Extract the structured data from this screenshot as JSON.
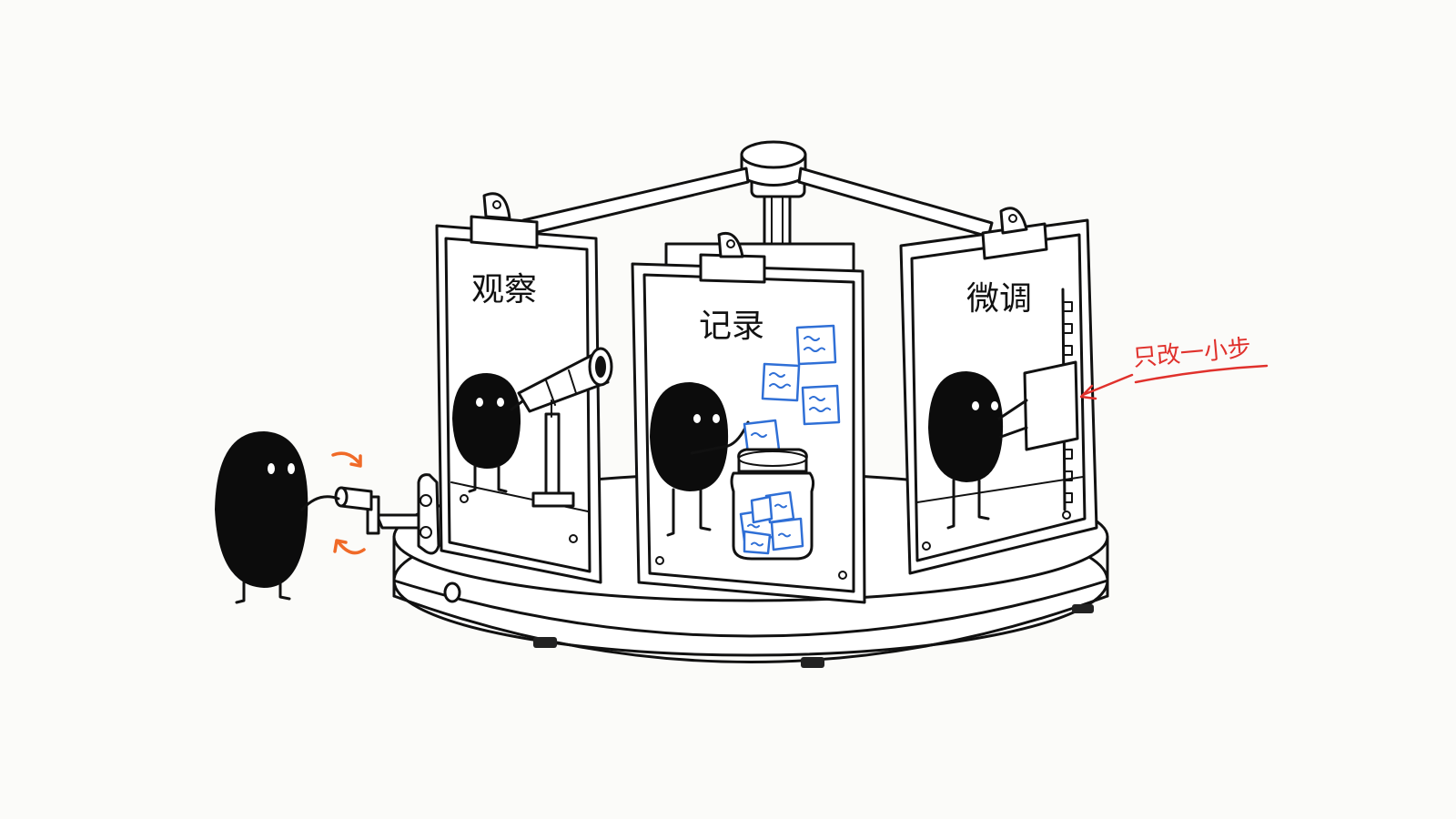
{
  "panels": {
    "observe": {
      "label": "观察"
    },
    "record": {
      "label": "记录"
    },
    "tweak": {
      "label": "微调"
    }
  },
  "annotation": {
    "text": "只改一小步",
    "color": "#e0312c"
  },
  "colors": {
    "ink": "#111111",
    "notes": "#2f6fd6",
    "rotation_arrows": "#f06a28"
  },
  "icons": [
    "telescope-icon",
    "jar-icon",
    "sticky-note-icon",
    "crank-icon",
    "rotation-arrow-icon",
    "ruler-icon"
  ]
}
